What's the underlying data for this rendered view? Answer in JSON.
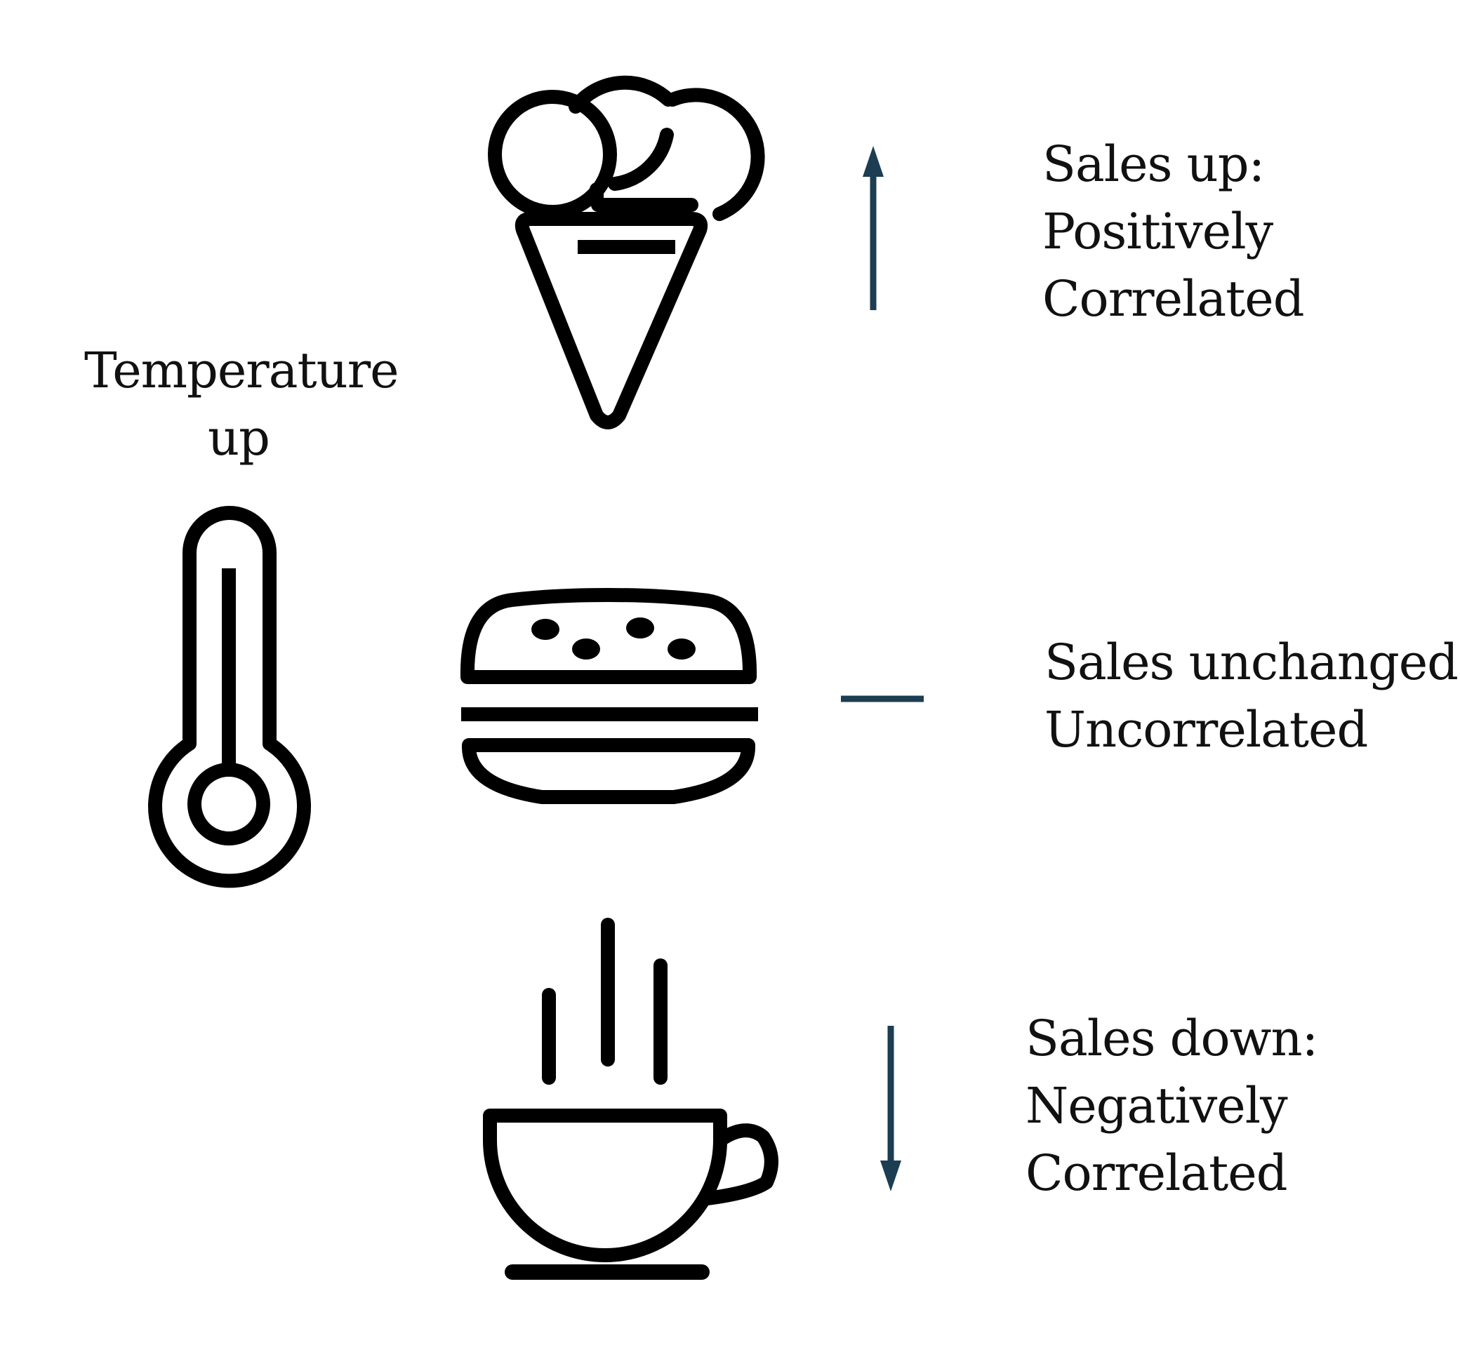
{
  "temperature": {
    "line1": "Temperature",
    "line2": "up",
    "icon": "thermometer-icon"
  },
  "rows": [
    {
      "food_icon": "ice-cream-cone-icon",
      "trend": "up",
      "line1": "Sales up:",
      "line2": "Positively",
      "line3": "Correlated"
    },
    {
      "food_icon": "burger-icon",
      "trend": "unchanged",
      "line1": "Sales unchanged:",
      "line2": "Uncorrelated"
    },
    {
      "food_icon": "hot-coffee-cup-icon",
      "trend": "down",
      "line1": "Sales down:",
      "line2": "Negatively",
      "line3": "Correlated"
    }
  ],
  "colors": {
    "icon_stroke": "#000000",
    "arrow": "#1c3d52",
    "text": "#111111"
  }
}
